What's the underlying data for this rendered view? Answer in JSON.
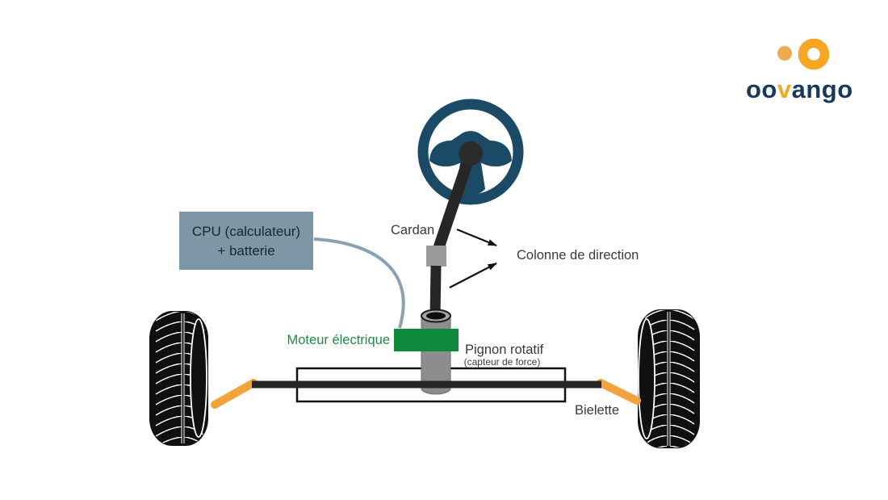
{
  "diagram": {
    "title_semantic": "Electric power steering system diagram",
    "labels": {
      "cardan": "Cardan",
      "colonne_de_direction": "Colonne de direction",
      "cpu_line1": "CPU (calculateur)",
      "cpu_line2": "+ batterie",
      "moteur_electrique": "Moteur électrique",
      "pignon_rotatif": "Pignon rotatif",
      "capteur_de_force": "(capteur de force)",
      "bielette": "Bielette"
    },
    "icons": {
      "steering_wheel": "steering-wheel-icon",
      "left_tire": "tire-icon",
      "right_tire": "tire-icon",
      "cardan_joint": "universal-joint-icon",
      "pinion": "pinion-cylinder-icon",
      "motor": "motor-block-icon",
      "rack": "rack-bar-icon",
      "tie_rod": "tie-rod-icon",
      "wire": "cpu-wire-icon",
      "arrow": "arrow-icon"
    },
    "colors": {
      "wheel_navy": "#1a4a66",
      "column_black": "#262626",
      "joint_gray": "#9b9b9b",
      "cylinder_gray": "#8c8c8c",
      "motor_green": "#0e8a3c",
      "motor_text_green": "#1e8c46",
      "cpu_box": "#7e97a6",
      "wire_blue_gray": "#87a2b0",
      "tie_rod_orange": "#f2a33b",
      "label_text": "#3a3a3a",
      "tire_black": "#101010"
    }
  },
  "logo": {
    "brand_pre": "oo",
    "brand_accent": "v",
    "brand_post": "ango",
    "navy": "#16395d",
    "orange": "#f5a623",
    "dot_orange": "#eeaa4e",
    "ring_orange": "#f6a622"
  }
}
